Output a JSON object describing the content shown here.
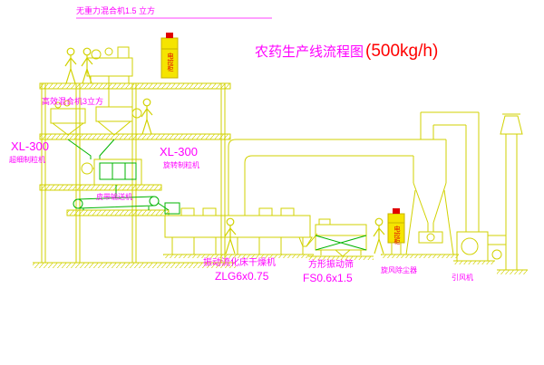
{
  "title": {
    "text": "农药生产线流程图",
    "capacity": "(500kg/h)"
  },
  "labels": {
    "gravity_mixer": "无重力混合机1.5 立方",
    "high_efficiency_mixer": "高效混合机3立方",
    "granulator_left_model": "XL-300",
    "granulator_left_name": "超细制粒机",
    "granulator_center_model": "XL-300",
    "granulator_center_name": "旋转制粒机",
    "belt_conveyor": "皮带输送机",
    "fluid_bed_dryer": "振动流化床干燥机",
    "fluid_bed_dryer_model": "ZLG6x0.75",
    "square_screen": "方形振动筛",
    "square_screen_model": "FS0.6x1.5",
    "cyclone": "旋风除尘器",
    "fan": "引风机",
    "control_cabinet": "电控柜"
  },
  "colors": {
    "line_yellow": "#d2d200",
    "accent_green": "#00b400",
    "label_magenta": "#ff00ff",
    "label_red": "#ff0000",
    "cabinet_fill": "#f5e400"
  }
}
